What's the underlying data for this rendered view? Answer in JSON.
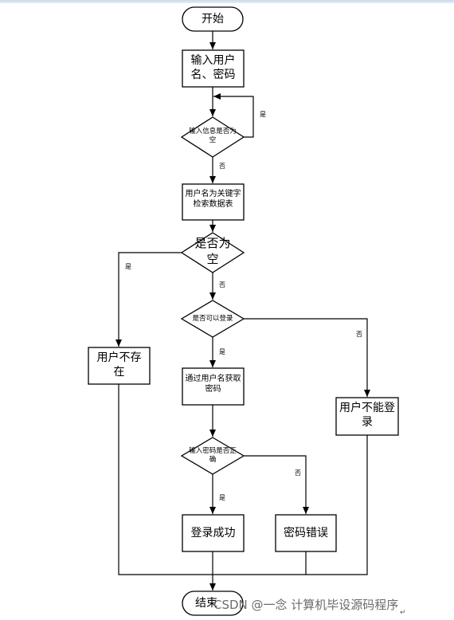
{
  "nodes": {
    "start": "开始",
    "input_credentials": "输入用户名、密码",
    "check_input_empty": "输入信息是否为空",
    "search_table": "用户名为关键字检索数据表",
    "check_result_empty": "是否为空",
    "check_can_login": "是否可以登录",
    "user_not_exist": "用户不存在",
    "get_password": "通过用户名获取密码",
    "cannot_login": "用户不能登录",
    "check_password": "输入密码是否正确",
    "login_success": "登录成功",
    "password_error": "密码错误",
    "end": "结束"
  },
  "edges": {
    "yes": "是",
    "no": "否"
  },
  "watermark": "CSDN @一念 计算机毕设源码程序",
  "return_mark": "↵"
}
